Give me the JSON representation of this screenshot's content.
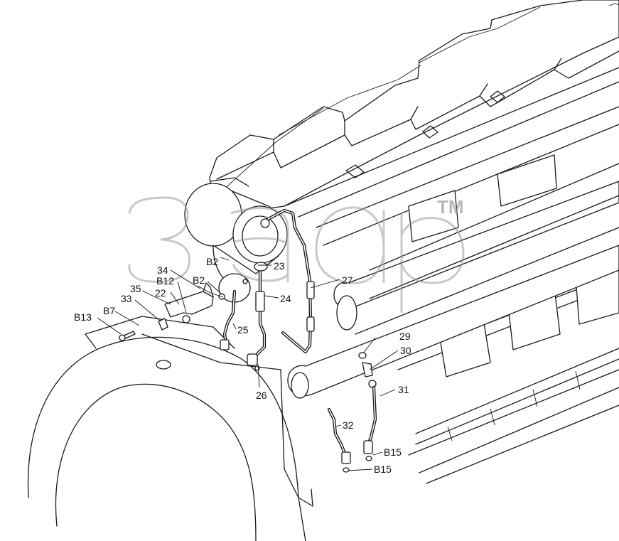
{
  "diagram": {
    "labels": [
      {
        "id": "l23",
        "text": "23"
      },
      {
        "id": "l24",
        "text": "24"
      },
      {
        "id": "l25",
        "text": "25"
      },
      {
        "id": "l26",
        "text": "26"
      },
      {
        "id": "l27",
        "text": "27"
      },
      {
        "id": "l29",
        "text": "29"
      },
      {
        "id": "l30",
        "text": "30"
      },
      {
        "id": "l31",
        "text": "31"
      },
      {
        "id": "l32",
        "text": "32"
      },
      {
        "id": "l22",
        "text": "22"
      },
      {
        "id": "l33",
        "text": "33"
      },
      {
        "id": "l34",
        "text": "34"
      },
      {
        "id": "l35",
        "text": "35"
      },
      {
        "id": "lB2a",
        "text": "B2"
      },
      {
        "id": "lB2b",
        "text": "B2"
      },
      {
        "id": "lB7",
        "text": "B7"
      },
      {
        "id": "lB12",
        "text": "B12"
      },
      {
        "id": "lB13",
        "text": "B13"
      },
      {
        "id": "lB15a",
        "text": "B15"
      },
      {
        "id": "lB15b",
        "text": "B15"
      }
    ]
  },
  "watermark": {
    "text": "TM",
    "color": "#9a9a9a"
  }
}
